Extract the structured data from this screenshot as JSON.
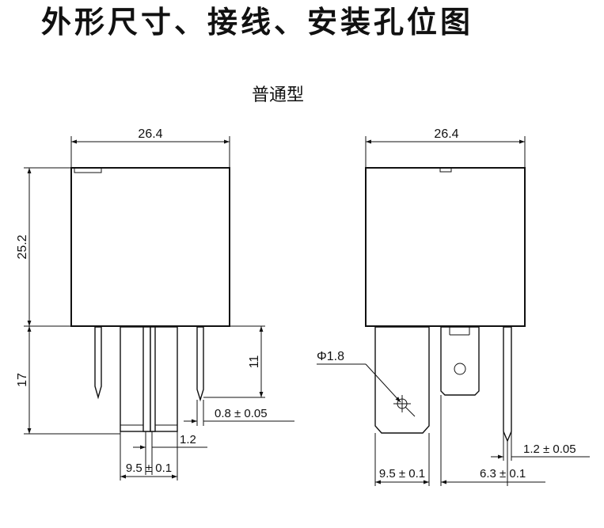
{
  "title": "外形尺寸、接线、安装孔位图",
  "subtitle": "普通型",
  "front_view": {
    "width_label": "26.4",
    "height_label": "25.2",
    "pin_length_label": "17",
    "pin_offset_label": "11",
    "pin_thickness_label": "0.8 ± 0.05",
    "slot_label": "1.2",
    "pitch_label": "9.5 ± 0.1"
  },
  "side_view": {
    "width_label": "26.4",
    "hole_label": "Φ1.8",
    "pitch_label": "9.5 ± 0.1",
    "pitch2_label": "6.3 ± 0.1",
    "pin_width_label": "1.2 ± 0.05"
  }
}
